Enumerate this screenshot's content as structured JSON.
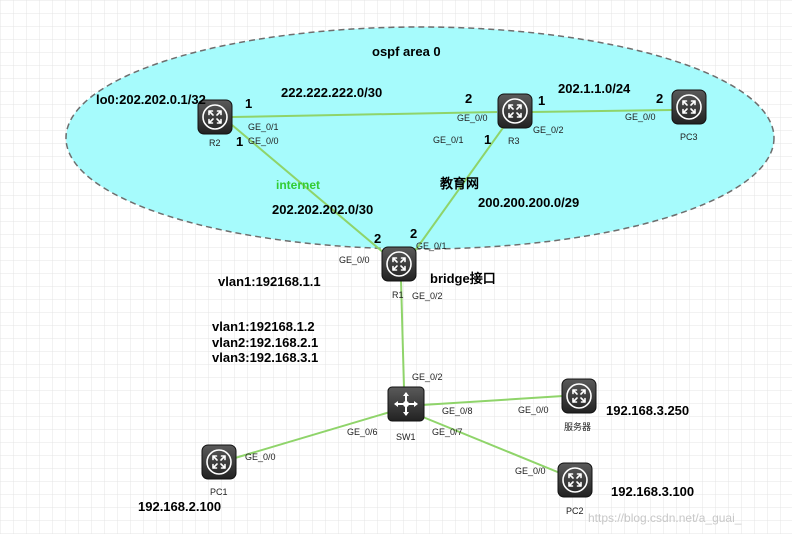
{
  "area": {
    "label": "ospf area 0",
    "fill": "#a6fbfc",
    "stroke": "#6e6e6e"
  },
  "colors": {
    "link": "#8fd46a",
    "grid": "#e4e4e4",
    "device": "#3a3a3a",
    "green_text": "#33cc33"
  },
  "devices": {
    "r2": "R2",
    "r3": "R3",
    "pc3": "PC3",
    "r1": "R1",
    "sw1": "SW1",
    "server": "服务器",
    "pc1": "PC1",
    "pc2": "PC2"
  },
  "ports": {
    "r2_ge01": "GE_0/1",
    "r2_ge00": "GE_0/0",
    "r3_ge00": "GE_0/0",
    "r3_ge02": "GE_0/2",
    "r3_ge01": "GE_0/1",
    "pc3_ge00": "GE_0/0",
    "r1_ge00": "GE_0/0",
    "r1_ge01": "GE_0/1",
    "r1_ge02": "GE_0/2",
    "sw1_ge02": "GE_0/2",
    "sw1_ge08": "GE_0/8",
    "sw1_ge06": "GE_0/6",
    "sw1_ge07": "GE_0/7",
    "server_ge00": "GE_0/0",
    "pc1_ge00": "GE_0/0",
    "pc2_ge00": "GE_0/0"
  },
  "labels": {
    "lo0": "lo0:202.202.0.1/32",
    "net_r2_r3": "222.222.222.0/30",
    "net_r3_pc3": "202.1.1.0/24",
    "internet": "internet",
    "edu_net": "教育网",
    "net_r2_r1": "202.202.202.0/30",
    "net_r3_r1": "200.200.200.0/29",
    "bridge": "bridge接口",
    "r1_vlan1": "vlan1:192168.1.1",
    "sw_vlan1": "vlan1:192168.1.2",
    "sw_vlan2": "vlan2:192.168.2.1",
    "sw_vlan3": "vlan3:192.168.3.1",
    "server_ip": "192.168.3.250",
    "pc2_ip": "192.168.3.100",
    "pc1_ip": "192.168.2.100",
    "watermark": "https://blog.csdn.net/a_guai_"
  },
  "endpoints": {
    "r2_left": "1",
    "r2_right": "1",
    "r3_left": "2",
    "r3_right": "1",
    "r3_bottom": "1",
    "pc3": "2",
    "r1_left": "2",
    "r1_right": "2"
  }
}
